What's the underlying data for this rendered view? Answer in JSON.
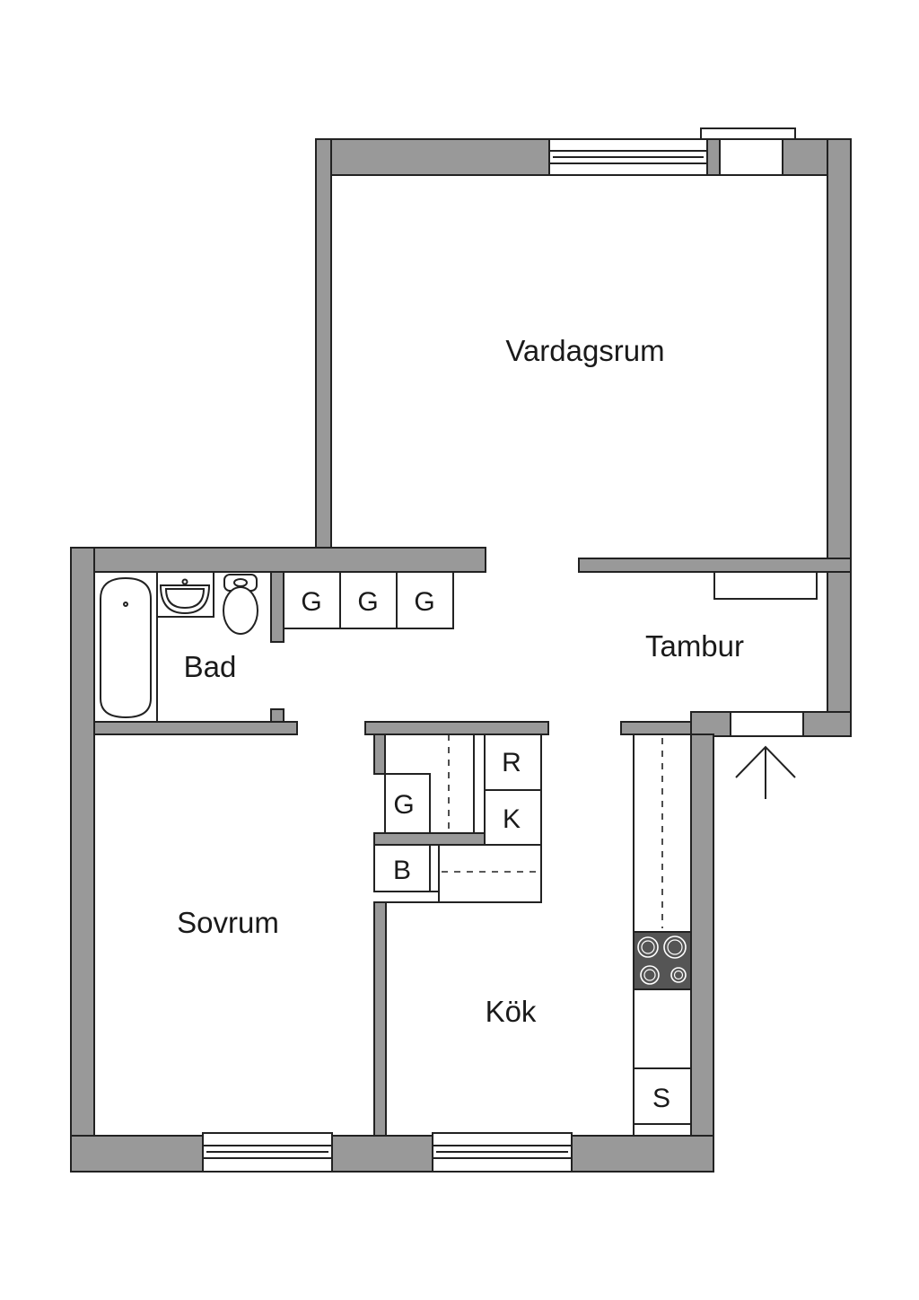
{
  "rooms": {
    "vardagsrum": "Vardagsrum",
    "tambur": "Tambur",
    "bad": "Bad",
    "sovrum": "Sovrum",
    "kok": "Kök"
  },
  "units": {
    "hall_closet_1": "G",
    "hall_closet_2": "G",
    "hall_closet_3": "G",
    "inner_closet": "G",
    "fridge": "R",
    "freezer": "K",
    "boiler": "B",
    "dishwasher": "S"
  },
  "colors": {
    "wall": "#999999",
    "outline": "#222222",
    "stove": "#555555"
  }
}
